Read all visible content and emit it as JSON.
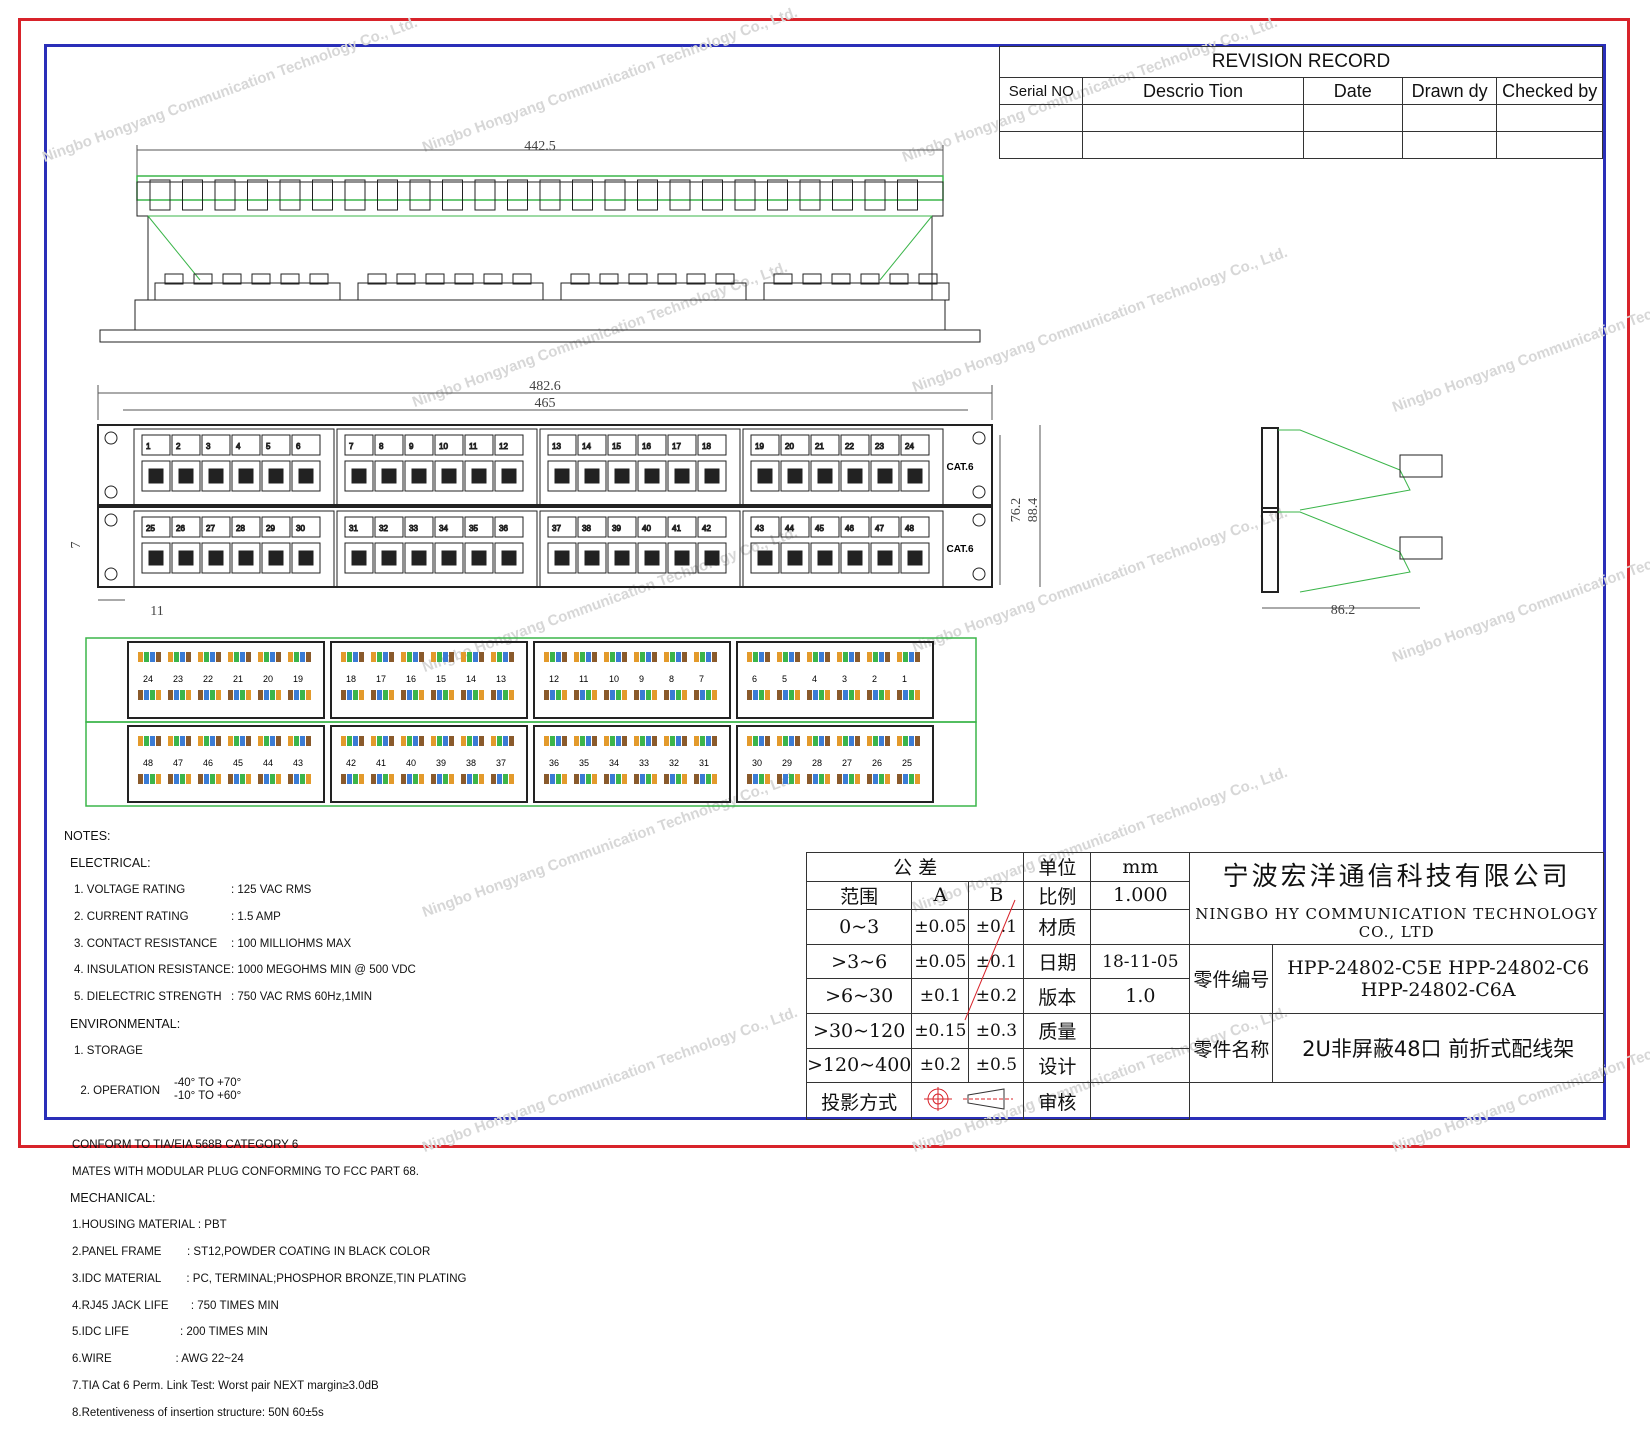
{
  "revision": {
    "title": "REVISION RECORD",
    "headers": [
      "Serial NO",
      "Descrio Tion",
      "Date",
      "Drawn dy",
      "Checked by"
    ]
  },
  "dimensions": {
    "top_width": "442.5",
    "overall_width": "482.6",
    "inner_width": "465",
    "height_1": "76.2",
    "height_2": "88.4",
    "left_small": "7",
    "left_offset": "11",
    "depth": "86.2"
  },
  "panel": {
    "front_ports_row1": [
      "1",
      "2",
      "3",
      "4",
      "5",
      "6",
      "7",
      "8",
      "9",
      "10",
      "11",
      "12",
      "13",
      "14",
      "15",
      "16",
      "17",
      "18",
      "19",
      "20",
      "21",
      "22",
      "23",
      "24"
    ],
    "front_ports_row2": [
      "25",
      "26",
      "27",
      "28",
      "29",
      "30",
      "31",
      "32",
      "33",
      "34",
      "35",
      "36",
      "37",
      "38",
      "39",
      "40",
      "41",
      "42",
      "43",
      "44",
      "45",
      "46",
      "47",
      "48"
    ],
    "cat_label": "CAT.6",
    "rear_ports_row1": [
      "24",
      "23",
      "22",
      "21",
      "20",
      "19",
      "18",
      "17",
      "16",
      "15",
      "14",
      "13",
      "12",
      "11",
      "10",
      "9",
      "8",
      "7",
      "6",
      "5",
      "4",
      "3",
      "2",
      "1"
    ],
    "rear_ports_row2": [
      "48",
      "47",
      "46",
      "45",
      "44",
      "43",
      "42",
      "41",
      "40",
      "39",
      "38",
      "37",
      "36",
      "35",
      "34",
      "33",
      "32",
      "31",
      "30",
      "29",
      "28",
      "27",
      "26",
      "25"
    ]
  },
  "notes": {
    "title": "NOTES:",
    "electrical": "ELECTRICAL:",
    "e1": "1. VOLTAGE RATING",
    "v1": ": 125 VAC RMS",
    "e2": "2. CURRENT RATING",
    "v2": ": 1.5 AMP",
    "e3": "3. CONTACT RESISTANCE",
    "v3": ": 100 MILLIOHMS MAX",
    "e4": "4. INSULATION RESISTANCE",
    "v4": ": 1000 MEGOHMS MIN @ 500 VDC",
    "e5": "5. DIELECTRIC STRENGTH",
    "v5": ": 750 VAC RMS 60Hz,1MIN",
    "environmental": "ENVIRONMENTAL:",
    "env1": "1. STORAGE",
    "env2": "2. OPERATION",
    "env_overlap1": "-40° TO +70°",
    "env_overlap2": "-10° TO +60°",
    "conform1": "CONFORM TO TIA/EIA 568B CATEGORY 6",
    "conform2": "MATES WITH MODULAR PLUG CONFORMING TO FCC PART 68.",
    "mechanical": "MECHANICAL:",
    "m1": "1.HOUSING MATERIAL : PBT",
    "m2": "2.PANEL FRAME        : ST12,POWDER COATING IN BLACK COLOR",
    "m3": "3.IDC MATERIAL        : PC, TERMINAL;PHOSPHOR BRONZE,TIN PLATING",
    "m4": "4.RJ45 JACK LIFE       : 750 TIMES MIN",
    "m5": "5.IDC LIFE                : 200 TIMES MIN",
    "m6": "6.WIRE                    : AWG 22~24",
    "m7": "7.TIA Cat 6 Perm. Link Test: Worst pair NEXT margin≥3.0dB",
    "m8": "8.Retentiveness of insertion structure: 50N 60±5s"
  },
  "title_block": {
    "tolerance": "公    差",
    "range": "范围",
    "col_a": "A",
    "col_b": "B",
    "rows": [
      {
        "range": "0~3",
        "a": "±0.05",
        "b": "±0.1"
      },
      {
        "range": ">3~6",
        "a": "±0.05",
        "b": "±0.1"
      },
      {
        "range": ">6~30",
        "a": "±0.1",
        "b": "±0.2"
      },
      {
        "range": ">30~120",
        "a": "±0.15",
        "b": "±0.3"
      },
      {
        "range": ">120~400",
        "a": "±0.2",
        "b": "±0.5"
      }
    ],
    "projection": "投影方式",
    "unit_label": "单位",
    "unit_value": "mm",
    "scale_label": "比例",
    "scale_value": "1.000",
    "material_label": "材质",
    "date_label": "日期",
    "date_value": "18-11-05",
    "version_label": "版本",
    "version_value": "1.0",
    "quality_label": "质量",
    "design_label": "设计",
    "review_label": "审核",
    "company_cn": "宁波宏洋通信科技有限公司",
    "company_en": "NINGBO HY COMMUNICATION TECHNOLOGY CO., LTD",
    "part_no_label": "零件编号",
    "part_no_line1": "HPP-24802-C5E   HPP-24802-C6",
    "part_no_line2": "HPP-24802-C6A",
    "part_name_label": "零件名称",
    "part_name": "2U非屏蔽48口  前折式配线架"
  },
  "watermark": {
    "text1": "Ningbo Hongyang Communication Technology Co., Ltd.",
    "text2": "Ningbo Hongyang Communication Technology Co., Ltd."
  },
  "colors": {
    "outer_frame": "#d8232a",
    "inner_frame": "#2a2fb8",
    "outline_green": "#3bb54a"
  }
}
